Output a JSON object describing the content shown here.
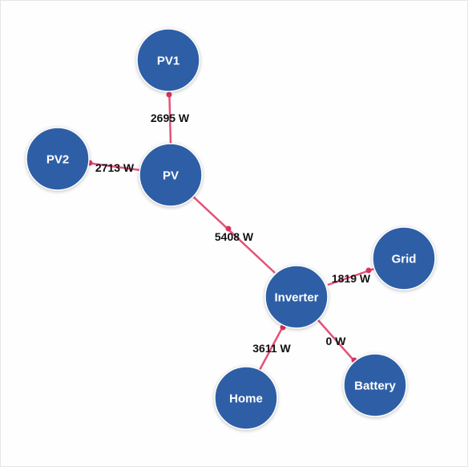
{
  "colors": {
    "node_fill": "#2e5fa6",
    "link": "#e5527a",
    "link_dot": "#d9345d",
    "label_text": "#111111"
  },
  "nodes": [
    {
      "id": "pv1",
      "label": "PV1"
    },
    {
      "id": "pv2",
      "label": "PV2"
    },
    {
      "id": "pv",
      "label": "PV"
    },
    {
      "id": "grid",
      "label": "Grid"
    },
    {
      "id": "inverter",
      "label": "Inverter"
    },
    {
      "id": "home",
      "label": "Home"
    },
    {
      "id": "battery",
      "label": "Battery"
    }
  ],
  "links": [
    {
      "id": "pv1-pv",
      "from": "pv1",
      "to": "pv",
      "label": "2695 W"
    },
    {
      "id": "pv2-pv",
      "from": "pv2",
      "to": "pv",
      "label": "2713 W"
    },
    {
      "id": "pv-inverter",
      "from": "pv",
      "to": "inverter",
      "label": "5408 W"
    },
    {
      "id": "inverter-grid",
      "from": "inverter",
      "to": "grid",
      "label": "1819 W"
    },
    {
      "id": "home-inverter",
      "from": "home",
      "to": "inverter",
      "label": "3611 W"
    },
    {
      "id": "inverter-battery",
      "from": "inverter",
      "to": "battery",
      "label": "0 W"
    }
  ]
}
